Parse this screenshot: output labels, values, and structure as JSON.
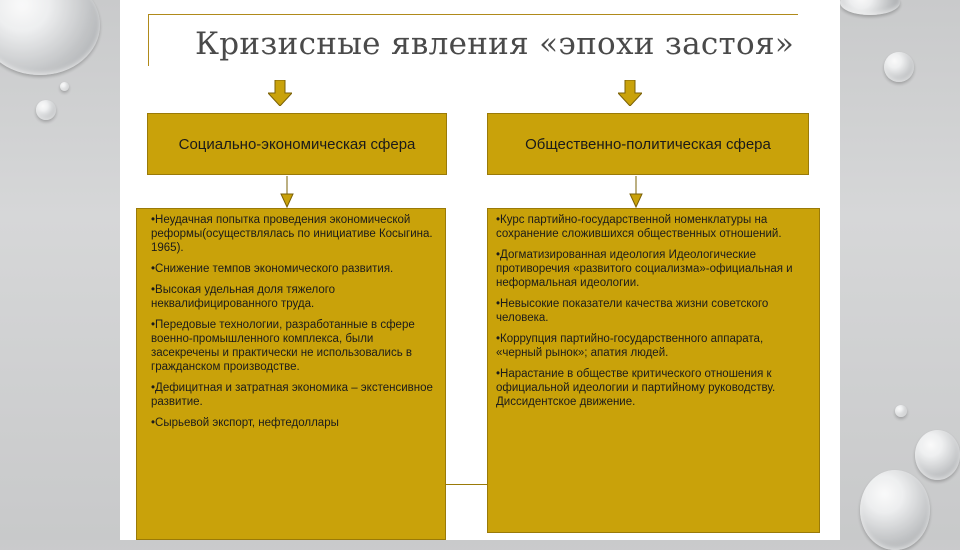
{
  "title": "Кризисные явления «эпохи застоя»",
  "colors": {
    "box": "#c9a20a",
    "border": "#9a7a08",
    "title_text": "#4a4a4a"
  },
  "left": {
    "header": "Социально-экономическая сфера",
    "items": [
      "•Неудачная попытка проведения экономической реформы(осуществлялась по инициативе Косыгина. 1965).",
      "•Снижение темпов экономического развития.",
      "•Высокая удельная доля тяжелого неквалифицированного труда.",
      "•Передовые технологии, разработанные в сфере военно-промышленного комплекса, были засекречены и практически не использовались в гражданском производстве.",
      "•Дефицитная и затратная экономика – экстенсивное развитие.",
      "•Сырьевой экспорт, нефтедоллары"
    ]
  },
  "right": {
    "header": "Общественно-политическая сфера",
    "items": [
      "•Курс партийно-государственной номенклатуры на сохранение сложившихся общественных отношений.",
      "•Догматизированная идеология Идеологические противоречия «развитого социализма»-официальная и неформальная идеологии.",
      "•Невысокие показатели качества жизни советского человека.",
      "•Коррупция партийно-государственного аппарата, «черный рынок»; апатия людей.",
      "•Нарастание в обществе критического отношения к официальной идеологии и партийному руководству. Диссидентское движение."
    ]
  }
}
